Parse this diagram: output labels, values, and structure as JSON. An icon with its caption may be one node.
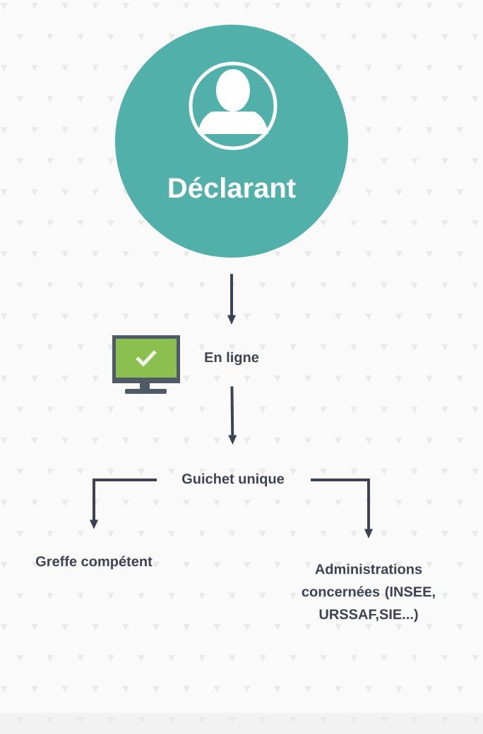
{
  "diagram": {
    "nodes": [
      {
        "text": [
          "Déclarant"
        ]
      },
      {
        "text": [
          "En ligne"
        ]
      },
      {
        "text": [
          "Guichet unique"
        ]
      },
      {
        "text": [
          "Greffe compétent"
        ]
      },
      {
        "text": [
          "Administrations concernées (INSEE, URSSAF,SIE...)"
        ]
      }
    ],
    "edges": [
      {
        "from": 0,
        "to": 1,
        "arrow": "to"
      },
      {
        "from": 1,
        "to": 2,
        "arrow": "to"
      },
      {
        "from": 2,
        "to": 3,
        "arrow": "to"
      },
      {
        "from": 2,
        "to": 4,
        "arrow": "to"
      }
    ]
  }
}
